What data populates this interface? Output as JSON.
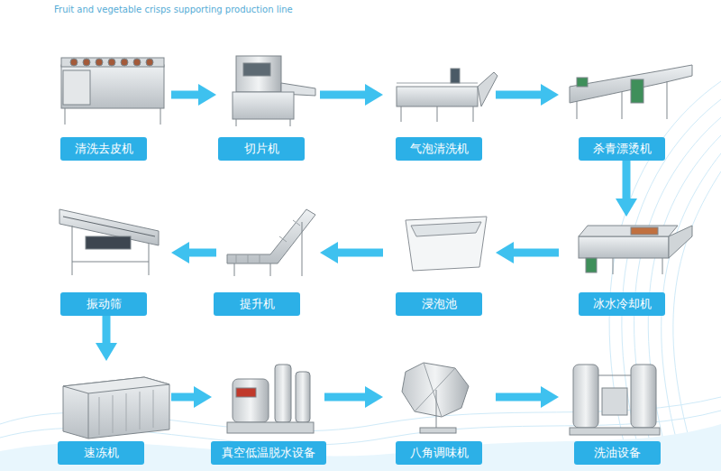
{
  "diagram": {
    "title": "Fruit and vegetable crisps supporting production line",
    "nodes": [
      {
        "text": [
          "清洗去皮机"
        ]
      },
      {
        "text": [
          "切片机"
        ]
      },
      {
        "text": [
          "气泡清洗机"
        ]
      },
      {
        "text": [
          "杀青漂烫机"
        ]
      },
      {
        "text": [
          "振动筛"
        ]
      },
      {
        "text": [
          "提升机"
        ]
      },
      {
        "text": [
          "浸泡池"
        ]
      },
      {
        "text": [
          "冰水冷却机"
        ]
      },
      {
        "text": [
          "速冻机"
        ]
      },
      {
        "text": [
          "真空低温脱水设备"
        ]
      },
      {
        "text": [
          "八角调味机"
        ]
      },
      {
        "text": [
          "洗油设备"
        ]
      }
    ],
    "edges": [
      {
        "from": 0,
        "to": 1,
        "arrow": "to"
      },
      {
        "from": 1,
        "to": 2,
        "arrow": "to"
      },
      {
        "from": 2,
        "to": 3,
        "arrow": "to"
      },
      {
        "from": 3,
        "to": 7,
        "arrow": "to"
      },
      {
        "from": 7,
        "to": 6,
        "arrow": "to"
      },
      {
        "from": 6,
        "to": 5,
        "arrow": "to"
      },
      {
        "from": 5,
        "to": 4,
        "arrow": "to"
      },
      {
        "from": 4,
        "to": 8,
        "arrow": "to"
      },
      {
        "from": 8,
        "to": 9,
        "arrow": "to"
      },
      {
        "from": 9,
        "to": 10,
        "arrow": "to"
      },
      {
        "from": 10,
        "to": 11,
        "arrow": "to"
      }
    ]
  }
}
